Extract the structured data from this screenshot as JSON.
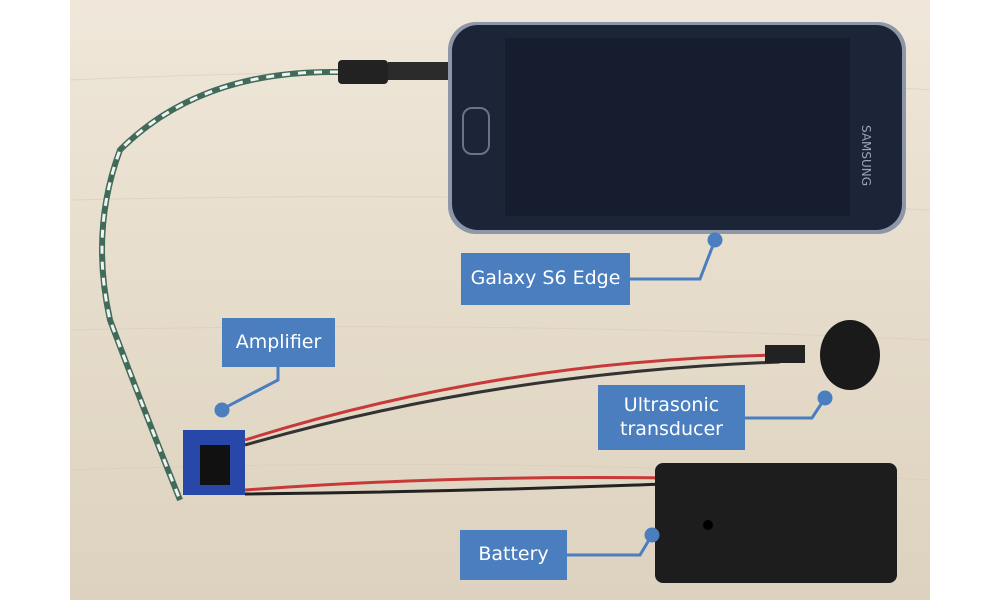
{
  "labels": {
    "phone": "Galaxy S6 Edge",
    "amplifier": "Amplifier",
    "transducer_line1": "Ultrasonic",
    "transducer_line2": "transducer",
    "battery": "Battery"
  },
  "phone_brand": "SAMSUNG",
  "colors": {
    "label_bg": "#4a7ebf",
    "wood": "#ece3d3",
    "phone": "#1c2438"
  }
}
